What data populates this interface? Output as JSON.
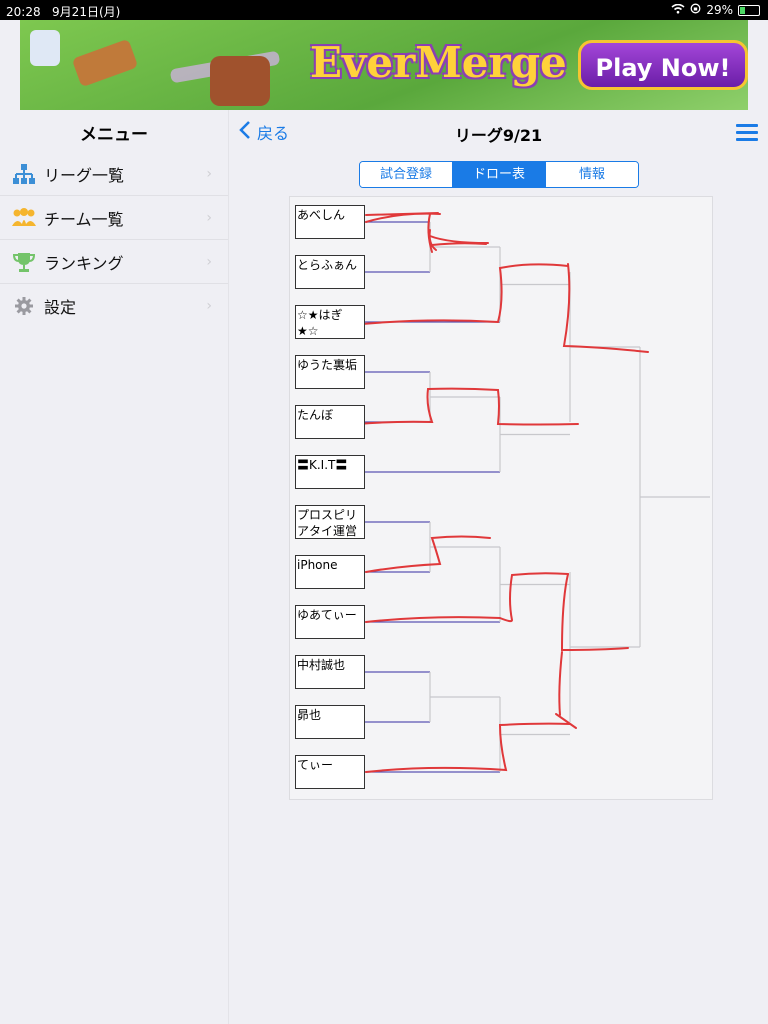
{
  "status_bar": {
    "time": "20:28",
    "date": "9月21日(月)",
    "battery_text": "29%"
  },
  "ad": {
    "brand": "EverMerge",
    "cta": "Play Now!"
  },
  "sidebar": {
    "title": "メニュー",
    "items": [
      {
        "label": "リーグ一覧",
        "icon": "hierarchy-icon"
      },
      {
        "label": "チーム一覧",
        "icon": "team-icon"
      },
      {
        "label": "ランキング",
        "icon": "trophy-icon"
      },
      {
        "label": "設定",
        "icon": "gear-icon"
      }
    ]
  },
  "nav": {
    "back_label": "戻る",
    "title": "リーグ9/21"
  },
  "tabs": [
    {
      "label": "試合登録",
      "active": false
    },
    {
      "label": "ドロー表",
      "active": true
    },
    {
      "label": "情報",
      "active": false
    }
  ],
  "bracket": {
    "teams": [
      "あべしん",
      "とらふぁん",
      "☆★はぎ★☆",
      "ゆうた裏垢",
      "たんぼ",
      "〓K.I.T〓",
      "プロスピリアタイ運営",
      "iPhone",
      "ゆあてぃー",
      "中村誠也",
      "昴也",
      "てぃー"
    ]
  },
  "colors": {
    "accent": "#1a7be6",
    "team_line": "#5a54b4",
    "bracket_line": "#c8c8cc",
    "annotation": "#e0383a"
  }
}
